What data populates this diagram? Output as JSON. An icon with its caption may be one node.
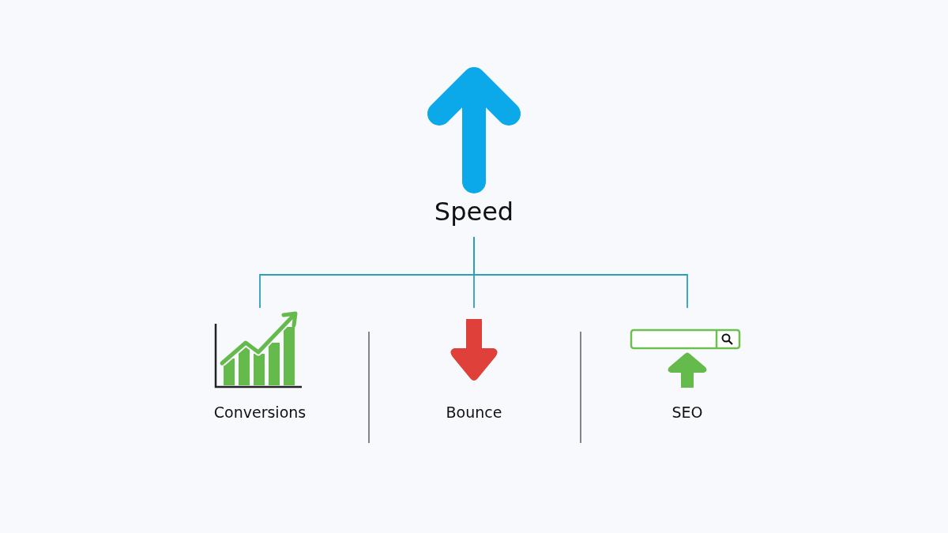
{
  "diagram": {
    "nodes": [
      {
        "text": [
          "Speed"
        ]
      },
      {
        "text": [
          "Conversions"
        ]
      },
      {
        "text": [
          "Bounce"
        ]
      },
      {
        "text": [
          "SEO"
        ]
      }
    ],
    "edges": [
      {
        "from": 0,
        "to": 1,
        "arrow": "none"
      },
      {
        "from": 0,
        "to": 2,
        "arrow": "none"
      },
      {
        "from": 0,
        "to": 3,
        "arrow": "none"
      }
    ]
  }
}
